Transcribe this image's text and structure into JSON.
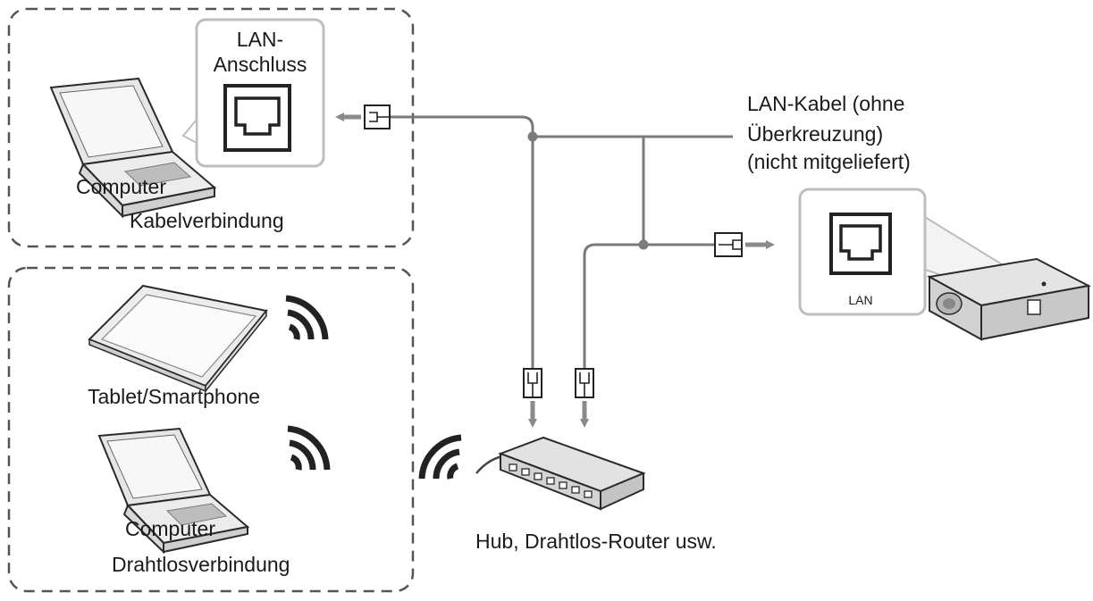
{
  "wired_group": {
    "port_label_line1": "LAN-",
    "port_label_line2": "Anschluss",
    "computer_label": "Computer",
    "group_label": "Kabelverbindung"
  },
  "wireless_group": {
    "tablet_label": "Tablet/Smartphone",
    "computer_label": "Computer",
    "group_label": "Drahtlosverbindung"
  },
  "cable": {
    "label_line1": "LAN-Kabel (ohne",
    "label_line2": "Überkreuzung)",
    "label_line3": "(nicht mitgeliefert)"
  },
  "projector": {
    "port_label": "LAN"
  },
  "hub": {
    "label": "Hub, Drahtlos-Router usw."
  },
  "icons": [
    "laptop-icon",
    "lan-port-icon",
    "lan-plug-icon",
    "tablet-icon",
    "wifi-icon",
    "hub-icon",
    "projector-icon",
    "arrow-icon"
  ],
  "colors": {
    "line": "#7a7a7a",
    "frame": "#bdbdbd",
    "arrow": "#8a8a8a",
    "text": "#1a1a1a"
  }
}
